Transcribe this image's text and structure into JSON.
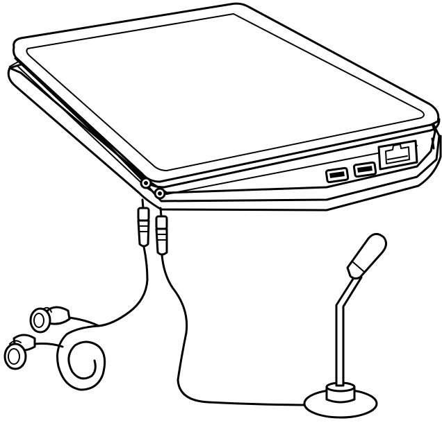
{
  "figure": {
    "background": "#ffffff",
    "line_color": "#000000",
    "parts": [
      {
        "id": "laptop",
        "icon": "laptop-icon"
      },
      {
        "id": "usb-port-1",
        "icon": "usb-port-icon"
      },
      {
        "id": "usb-port-2",
        "icon": "usb-port-icon"
      },
      {
        "id": "ethernet-port",
        "icon": "rj45-port-icon"
      },
      {
        "id": "headphone-jack",
        "icon": "audio-jack-icon"
      },
      {
        "id": "microphone-jack",
        "icon": "audio-jack-icon"
      },
      {
        "id": "earphones",
        "icon": "earphones-icon"
      },
      {
        "id": "desktop-microphone",
        "icon": "microphone-icon"
      }
    ]
  }
}
